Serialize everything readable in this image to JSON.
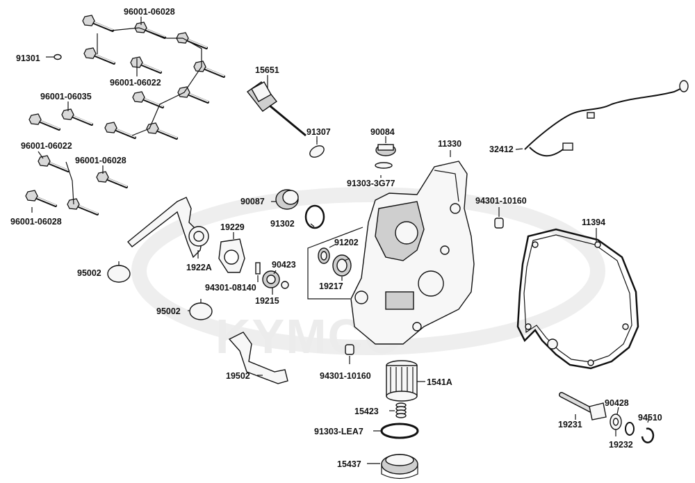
{
  "watermark": "KYMCO",
  "labels": [
    {
      "id": "l96001_06028_a",
      "text": "96001-06028"
    },
    {
      "id": "l91301",
      "text": "91301"
    },
    {
      "id": "l96001_06022_a",
      "text": "96001-06022"
    },
    {
      "id": "l96001_06035",
      "text": "96001-06035"
    },
    {
      "id": "l96001_06022_b",
      "text": "96001-06022"
    },
    {
      "id": "l96001_06028_b",
      "text": "96001-06028"
    },
    {
      "id": "l96001_06028_c",
      "text": "96001-06028"
    },
    {
      "id": "l15651",
      "text": "15651"
    },
    {
      "id": "l91307",
      "text": "91307"
    },
    {
      "id": "l90084",
      "text": "90084"
    },
    {
      "id": "l91303_3G77",
      "text": "91303-3G77"
    },
    {
      "id": "l11330",
      "text": "11330"
    },
    {
      "id": "l32412",
      "text": "32412"
    },
    {
      "id": "l90087",
      "text": "90087"
    },
    {
      "id": "l91302",
      "text": "91302"
    },
    {
      "id": "l94301_10160_a",
      "text": "94301-10160"
    },
    {
      "id": "l19229",
      "text": "19229"
    },
    {
      "id": "l91202",
      "text": "91202"
    },
    {
      "id": "l11394",
      "text": "11394"
    },
    {
      "id": "l95002_a",
      "text": "95002"
    },
    {
      "id": "l1922A",
      "text": "1922A"
    },
    {
      "id": "l90423",
      "text": "90423"
    },
    {
      "id": "l94301_08140",
      "text": "94301-08140"
    },
    {
      "id": "l19217",
      "text": "19217"
    },
    {
      "id": "l19215",
      "text": "19215"
    },
    {
      "id": "l95002_b",
      "text": "95002"
    },
    {
      "id": "l19502",
      "text": "19502"
    },
    {
      "id": "l94301_10160_b",
      "text": "94301-10160"
    },
    {
      "id": "l1541A",
      "text": "1541A"
    },
    {
      "id": "l15423",
      "text": "15423"
    },
    {
      "id": "l91303_LEA7",
      "text": "91303-LEA7"
    },
    {
      "id": "l15437",
      "text": "15437"
    },
    {
      "id": "l19231",
      "text": "19231"
    },
    {
      "id": "l90428",
      "text": "90428"
    },
    {
      "id": "l94510",
      "text": "94510"
    },
    {
      "id": "l19232",
      "text": "19232"
    }
  ]
}
